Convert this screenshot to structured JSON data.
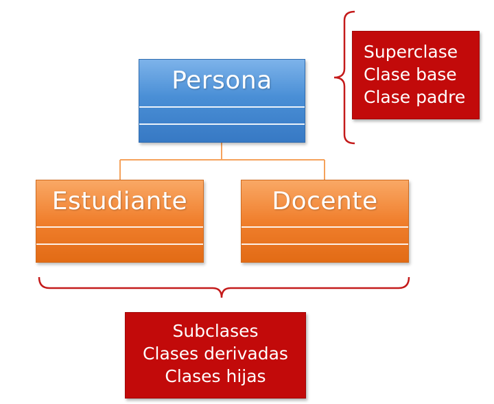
{
  "classes": {
    "superclass": {
      "name": "Persona"
    },
    "subclass_left": {
      "name": "Estudiante"
    },
    "subclass_right": {
      "name": "Docente"
    }
  },
  "labels": {
    "superclass_terms": [
      "Superclase",
      "Clase base",
      "Clase padre"
    ],
    "subclass_terms": [
      "Subclases",
      "Clases derivadas",
      "Clases hijas"
    ]
  },
  "colors": {
    "superclass_fill": "#4a8fd6",
    "subclass_fill": "#f07f2d",
    "label_fill": "#c20a0a",
    "connector": "#f5a15a",
    "bracket": "#c41a1a"
  }
}
